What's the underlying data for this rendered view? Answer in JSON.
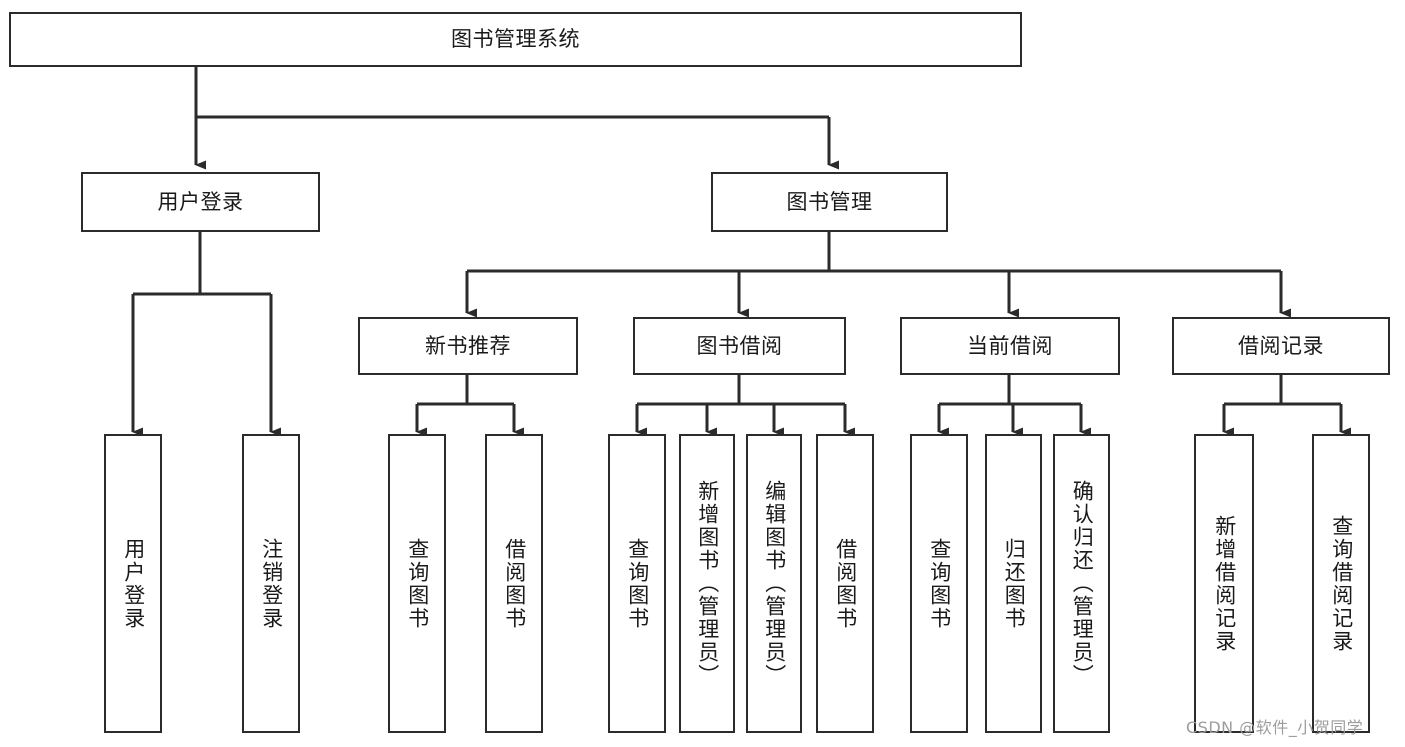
{
  "diagram": {
    "type": "tree-hierarchy-flowchart",
    "title": "图书管理系统",
    "colors": {
      "box_border": "#2b2b2b",
      "box_fill": "#ffffff",
      "connector": "#2b2b2b",
      "text": "#1a1a1a",
      "watermark": "#9d9d9d",
      "background": "#ffffff"
    },
    "nodes": {
      "root": {
        "label": "图书管理系统",
        "orientation": "horizontal"
      },
      "level2": [
        {
          "label": "用户登录",
          "orientation": "horizontal"
        },
        {
          "label": "图书管理",
          "orientation": "horizontal"
        }
      ],
      "level3": [
        {
          "label": "新书推荐",
          "orientation": "horizontal"
        },
        {
          "label": "图书借阅",
          "orientation": "horizontal"
        },
        {
          "label": "当前借阅",
          "orientation": "horizontal"
        },
        {
          "label": "借阅记录",
          "orientation": "horizontal"
        }
      ],
      "leaves_user_login": [
        {
          "label": "用户登录",
          "orientation": "vertical"
        },
        {
          "label": "注销登录",
          "orientation": "vertical"
        }
      ],
      "leaves_new_book": [
        {
          "label": "查询图书",
          "orientation": "vertical"
        },
        {
          "label": "借阅图书",
          "orientation": "vertical"
        }
      ],
      "leaves_borrow": [
        {
          "label": "查询图书",
          "orientation": "vertical"
        },
        {
          "label": "新增图书（管理员）",
          "orientation": "vertical"
        },
        {
          "label": "编辑图书（管理员）",
          "orientation": "vertical"
        },
        {
          "label": "借阅图书",
          "orientation": "vertical"
        }
      ],
      "leaves_current": [
        {
          "label": "查询图书",
          "orientation": "vertical"
        },
        {
          "label": "归还图书",
          "orientation": "vertical"
        },
        {
          "label": "确认归还（管理员）",
          "orientation": "vertical"
        }
      ],
      "leaves_records": [
        {
          "label": "新增借阅记录",
          "orientation": "vertical"
        },
        {
          "label": "查询借阅记录",
          "orientation": "vertical"
        }
      ]
    },
    "watermark": "CSDN @软件_小贺同学"
  }
}
